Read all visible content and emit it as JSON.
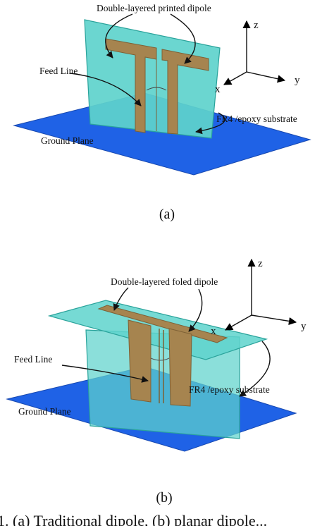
{
  "figure_a": {
    "dipole_label": "Double-layered printed dipole",
    "feed_label": "Feed Line",
    "substrate_label": "FR4 /epoxy substrate",
    "ground_label": "Ground Plane",
    "axis_z": "z",
    "axis_y": "y",
    "axis_x": "x",
    "caption": "(a)"
  },
  "figure_b": {
    "dipole_label": "Double-layered foled dipole",
    "feed_label": "Feed Line",
    "substrate_label": "FR4 /epoxy substrate",
    "ground_label": "Ground Plane",
    "axis_z": "z",
    "axis_y": "y",
    "axis_x": "x",
    "caption": "(b)"
  },
  "bottom_caption": "1. (a) Traditional dipole, (b) planar dipole...",
  "colors": {
    "ground": "#1f62e6",
    "substrate": "#5ed3cc",
    "copper": "#a6844f"
  }
}
